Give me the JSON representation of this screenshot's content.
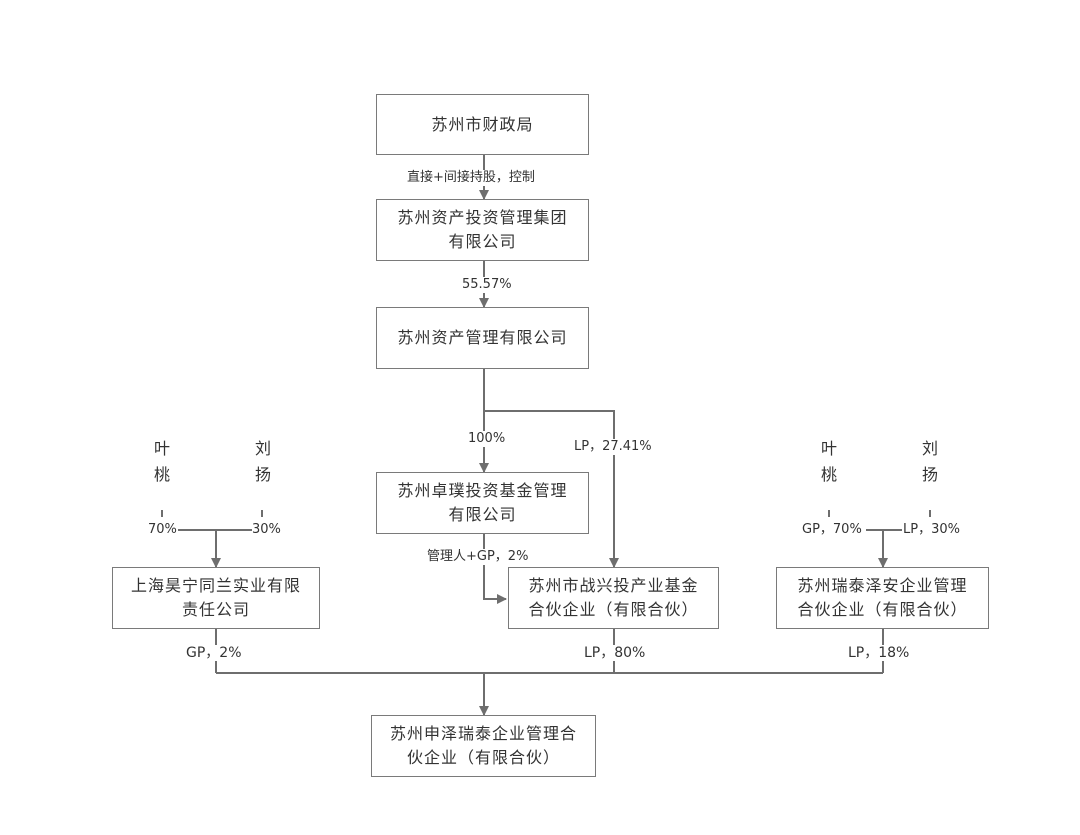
{
  "nodes": {
    "finance_bureau": "苏州市财政局",
    "asset_group": [
      "苏州资产投资管理集团",
      "有限公司"
    ],
    "asset_mgmt": "苏州资产管理有限公司",
    "zhuopu": [
      "苏州卓璞投资基金管理",
      "有限公司"
    ],
    "haoning": [
      "上海昊宁同兰实业有限",
      "责任公司"
    ],
    "zhanxing": [
      "苏州市战兴投产业基金",
      "合伙企业（有限合伙）"
    ],
    "ruitai_zean": [
      "苏州瑞泰泽安企业管理",
      "合伙企业（有限合伙）"
    ],
    "shenze": [
      "苏州申泽瑞泰企业管理合",
      "伙企业（有限合伙）"
    ]
  },
  "persons": {
    "left_ye": [
      "叶",
      "桃"
    ],
    "left_liu": [
      "刘",
      "扬"
    ],
    "right_ye": [
      "叶",
      "桃"
    ],
    "right_liu": [
      "刘",
      "扬"
    ]
  },
  "edges": {
    "finance_to_group": "直接+间接持股，控制",
    "group_to_mgmt": "55.57%",
    "mgmt_to_zhuopu": "100%",
    "mgmt_to_zhanxing": "LP，27.41%",
    "zhuopu_to_zhanxing": "管理人+GP，2%",
    "left_ye_pct": "70%",
    "left_liu_pct": "30%",
    "right_ye_pct": "GP，70%",
    "right_liu_pct": "LP，30%",
    "haoning_to_shenze": "GP，2%",
    "zhanxing_to_shenze": "LP，80%",
    "ruitai_to_shenze": "LP，18%"
  },
  "colors": {
    "line": "#6e6e6e",
    "border": "#7a7a7a",
    "text": "#333333"
  }
}
